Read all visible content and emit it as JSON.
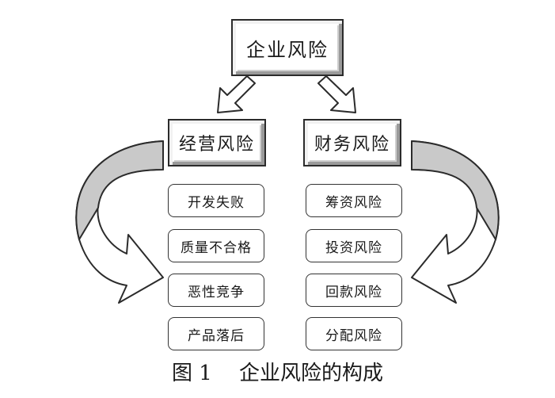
{
  "root": {
    "label": "企业风险"
  },
  "categories": [
    {
      "label": "经营风险",
      "items": [
        "开发失败",
        "质量不合格",
        "恶性竞争",
        "产品落后"
      ]
    },
    {
      "label": "财务风险",
      "items": [
        "筹资风险",
        "投资风险",
        "回款风险",
        "分配风险"
      ]
    }
  ],
  "caption": {
    "number": "图 1",
    "text": "企业风险的构成"
  }
}
